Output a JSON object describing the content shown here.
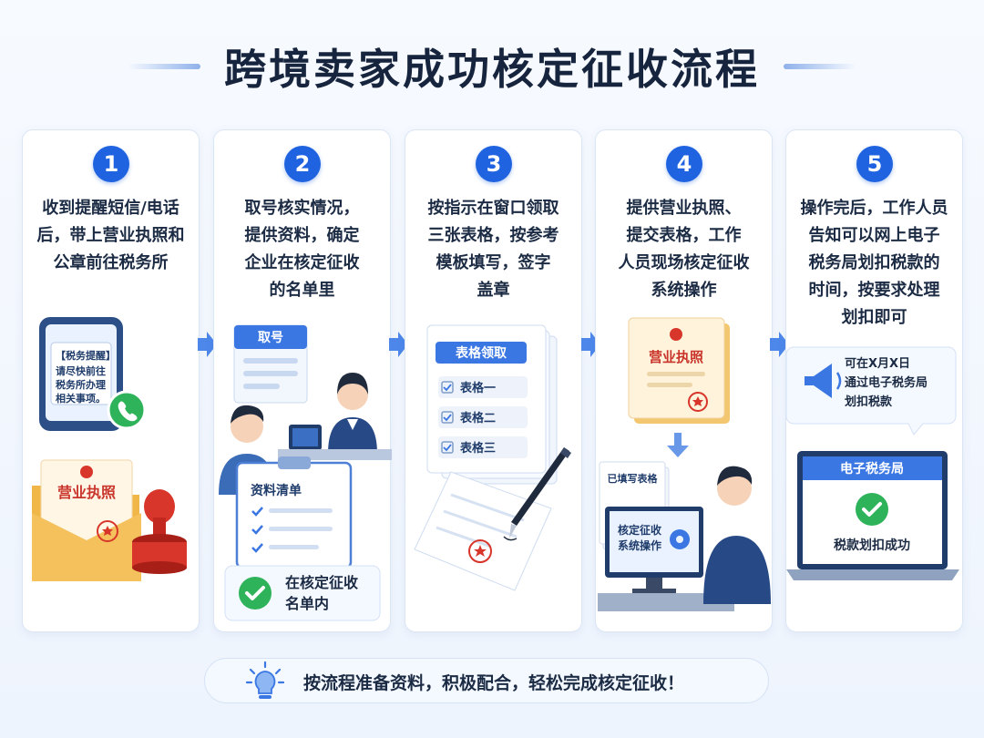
{
  "title": "跨境卖家成功核定征收流程",
  "steps": [
    {
      "number": "1",
      "lines": [
        "收到提醒短信/电话",
        "后，带上营业执照和",
        "公章前往税务所"
      ],
      "sms_title": "【税务提醒】",
      "sms_lines": [
        "请尽快前往",
        "税务所办理",
        "相关事项。"
      ],
      "license_label": "营业执照"
    },
    {
      "number": "2",
      "lines": [
        "取号核实情况，",
        "提供资料，确定",
        "企业在核定征收",
        "的名单里"
      ],
      "queue_label": "取号",
      "checklist_label": "资料清单",
      "result_lines": [
        "在核定征收",
        "名单内"
      ]
    },
    {
      "number": "3",
      "lines": [
        "按指示在窗口领取",
        "三张表格，按参考",
        "模板填写，签字",
        "盖章"
      ],
      "forms_title": "表格领取",
      "forms": [
        "表格一",
        "表格二",
        "表格三"
      ]
    },
    {
      "number": "4",
      "lines": [
        "提供营业执照、",
        "提交表格，工作",
        "人员现场核定征收",
        "系统操作"
      ],
      "license_label": "营业执照",
      "filled_label": "已填写表格",
      "system_lines": [
        "核定征收",
        "系统操作"
      ]
    },
    {
      "number": "5",
      "lines": [
        "操作完后，工作人员",
        "告知可以网上电子",
        "税务局划扣税款的",
        "时间，按要求处理",
        "划扣即可"
      ],
      "notice_lines": [
        "可在X月X日",
        "通过电子税务局",
        "划扣税款"
      ],
      "laptop_title": "电子税务局",
      "laptop_status": "税款划扣成功"
    }
  ],
  "footer": "按流程准备资料，积极配合，轻松完成核定征收！",
  "colors": {
    "primary": "#1f63e0",
    "success": "#2fb35a",
    "seal": "#d8362b",
    "folder": "#f5c15c"
  }
}
